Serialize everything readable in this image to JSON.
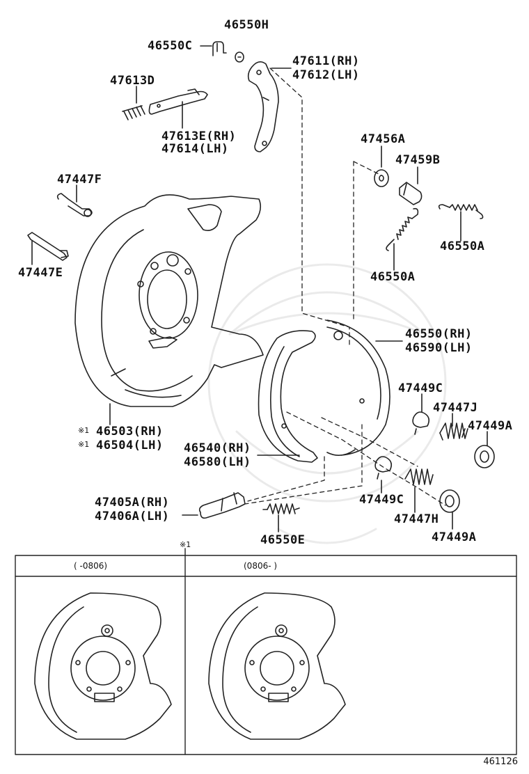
{
  "labels": {
    "p46550H": "46550H",
    "p46550C": "46550C",
    "p47611": "47611(RH)",
    "p47612": "47612(LH)",
    "p47613D": "47613D",
    "p47613E": "47613E(RH)",
    "p47614": "47614(LH)",
    "p47456A": "47456A",
    "p47459B": "47459B",
    "p47447F": "47447F",
    "p46550A_1": "46550A",
    "p47447E": "47447E",
    "p46550A_2": "46550A",
    "p46550": "46550(RH)",
    "p46590": "46590(LH)",
    "p47449C_1": "47449C",
    "p47447J": "47447J",
    "p47449A_1": "47449A",
    "p46503": "46503(RH)",
    "p46504": "46504(LH)",
    "p46540": "46540(RH)",
    "p46580": "46580(LH)",
    "p47449C_2": "47449C",
    "p47405A": "47405A(RH)",
    "p47406A": "47406A(LH)",
    "p47447H": "47447H",
    "p46550E": "46550E",
    "p47449A_2": "47449A"
  },
  "note_mark": "※1",
  "panels": {
    "left_title": "(    -0806)",
    "right_title": "(0806-    )"
  },
  "figure_number": "461126"
}
